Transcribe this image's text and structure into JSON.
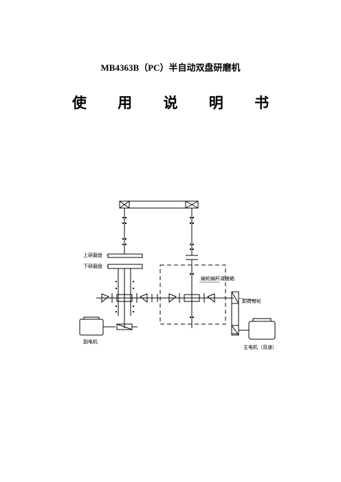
{
  "document": {
    "title": "MB4363B（PC）半自动双盘研磨机",
    "subtitle": "使 用 说 明 书"
  },
  "diagram": {
    "labels": {
      "upper_disc": "上研磨盘",
      "lower_disc": "下研磨盘",
      "gearbox": "蜗轮蜗杆减速箱",
      "pulley": "卸荷带轮",
      "sub_motor": "副电机",
      "main_motor": "主电机（双速）"
    }
  }
}
